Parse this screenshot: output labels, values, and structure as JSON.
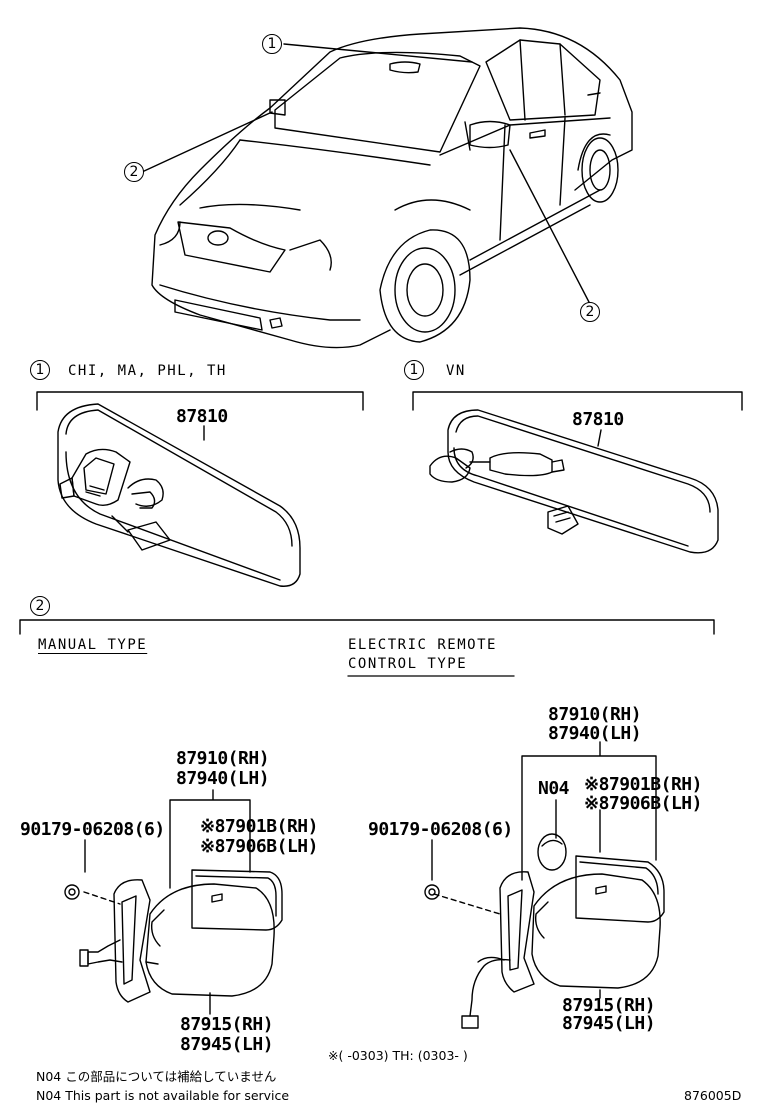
{
  "callouts": {
    "c1_top": "1",
    "c2_left": "2",
    "c2_right": "2",
    "sec1_left": "1",
    "sec1_right": "1",
    "sec2": "2"
  },
  "section1": {
    "left_variants": "CHI, MA, PHL, TH",
    "right_variants": "VN",
    "left_part": "87810",
    "right_part": "87810"
  },
  "section2": {
    "manual_label": "MANUAL TYPE",
    "electric_label_line1": "ELECTRIC REMOTE",
    "electric_label_line2": "CONTROL TYPE"
  },
  "manual": {
    "part_rh": "87910(RH)",
    "part_lh": "87940(LH)",
    "screw": "90179-06208(6)",
    "glass_rh": "※87901B(RH)",
    "glass_lh": "※87906B(LH)",
    "cover_rh": "87915(RH)",
    "cover_lh": "87945(LH)"
  },
  "electric": {
    "part_rh": "87910(RH)",
    "part_lh": "87940(LH)",
    "n04": "N04",
    "screw": "90179-06208(6)",
    "glass_rh": "※87901B(RH)",
    "glass_lh": "※87906B(LH)",
    "cover_rh": "87915(RH)",
    "cover_lh": "87945(LH)"
  },
  "footnote_date": "※(      -0303) TH: (0303-      )",
  "note_jp": "N04 この部品については補給していません",
  "note_en": "N04 This part is not available for service",
  "diagram_code": "876005D"
}
